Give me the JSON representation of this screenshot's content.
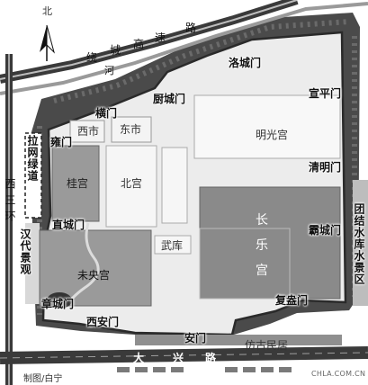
{
  "north_label": "北",
  "roads": {
    "expressway": [
      "绕",
      "城",
      "高",
      "速",
      "路"
    ],
    "river": "河",
    "west_ring": "西三环",
    "daxing": [
      "大",
      "兴",
      "路"
    ]
  },
  "zones": {
    "lagang_greenway": "拉网绿道",
    "han_scenic": "汉代景观",
    "tuanjie": "团结水库水景区"
  },
  "districts": {
    "xishi": "西市",
    "dongshi": "东市",
    "guigong": "桂宫",
    "beigong": "北宫",
    "mingguanggong": "明光宫",
    "changlegong": [
      "长",
      "乐",
      "宫"
    ],
    "weiyanggong": "未央宫",
    "wuku": "武库",
    "fanggu": "仿古民居"
  },
  "gates": {
    "hengmen": "横门",
    "chumen": "厨城门",
    "luocheng": "洛城门",
    "xuanping": "宣平门",
    "qingming": "清明门",
    "bacheng": "霸城门",
    "fuang": "复盎门",
    "anmen": "安门",
    "xian": "西安门",
    "zhangcheng": "章城门",
    "zhicheng": "直城门",
    "yongmen": "雍门"
  },
  "credit": "制图/白宁",
  "watermark": "CHLA.COM.CN"
}
